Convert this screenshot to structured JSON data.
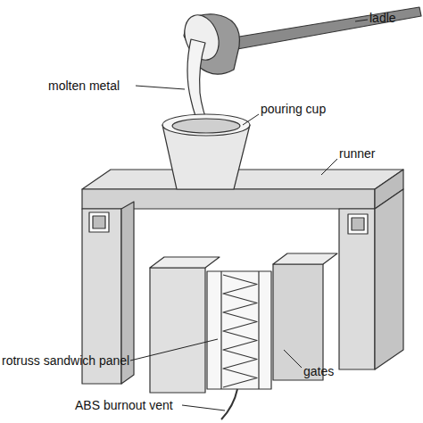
{
  "diagram": {
    "labels": [
      "ladle",
      "molten metal",
      "pouring cup",
      "runner",
      "rotruss sandwich panel",
      "gates",
      "ABS burnout vent"
    ]
  }
}
